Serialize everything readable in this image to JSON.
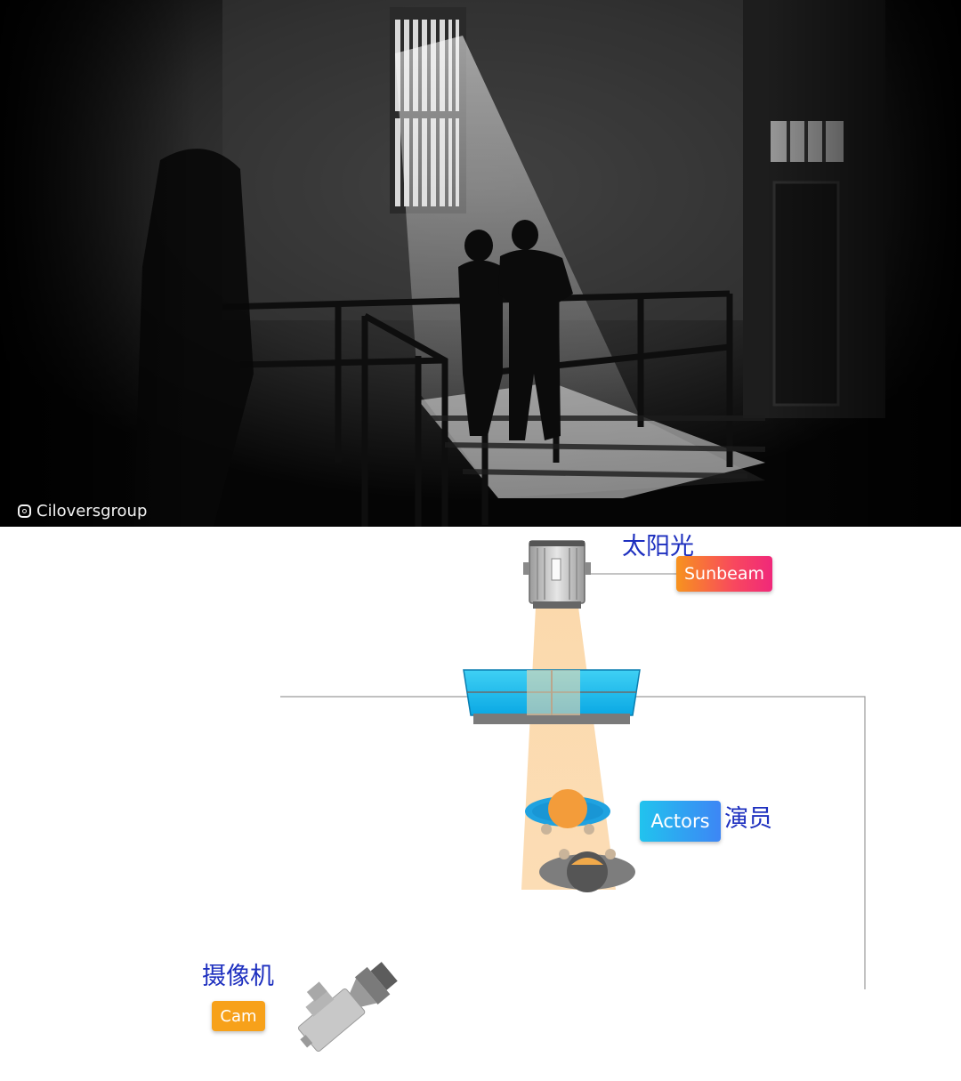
{
  "still": {
    "watermark": "Ciloversgroup",
    "icons": {
      "watermark": "instagram-icon"
    }
  },
  "diagram": {
    "sunbeam": {
      "cn_label": "太阳光",
      "tag": "Sunbeam",
      "icon": "spotlight-icon"
    },
    "actors": {
      "cn_label": "演员",
      "tag": "Actors",
      "icon": "person-topdown-icon"
    },
    "camera": {
      "cn_label": "摄像机",
      "tag": "Cam",
      "icon": "movie-camera-icon"
    },
    "window": {
      "icon": "window-topdown-icon"
    },
    "colors": {
      "label_text": "#1d2fbf",
      "sunbeam_tag": "#f7931e",
      "actors_tag": "#21c3ee",
      "cam_tag": "#f7a11a",
      "light_beam": "#fbd7a8",
      "window_glass": "#12b8ec"
    }
  }
}
